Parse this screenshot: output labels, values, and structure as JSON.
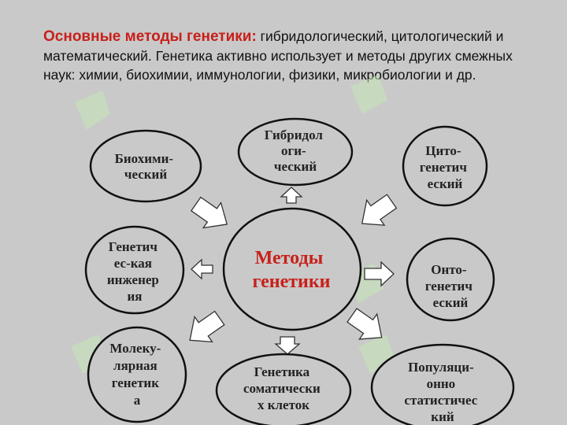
{
  "header": {
    "title": "Основные методы генетики:",
    "text": " гибридологический, цитологический и математический. Генетика активно использует и методы других смежных наук: химии, биохимии, иммунологии, физики, микробиологии и др."
  },
  "center": {
    "lines": [
      "Методы",
      "генетики"
    ]
  },
  "nodes": [
    {
      "id": "gibrid",
      "lines": [
        "Гибридол",
        "оги-",
        "ческий"
      ]
    },
    {
      "id": "biochem",
      "lines": [
        "Биохими-",
        "ческий"
      ]
    },
    {
      "id": "cyto",
      "lines": [
        "Цито-",
        "генетич",
        "еский"
      ]
    },
    {
      "id": "geneng",
      "lines": [
        "Генетич",
        "ес-кая",
        "инженер",
        "ия"
      ]
    },
    {
      "id": "onto",
      "lines": [
        "Онто-",
        "генетич",
        "еский"
      ]
    },
    {
      "id": "molecular",
      "lines": [
        "Молеку-",
        "лярная",
        "генетик",
        "а"
      ]
    },
    {
      "id": "somatic",
      "lines": [
        "Генетика",
        "соматически",
        "х клеток"
      ]
    },
    {
      "id": "population",
      "lines": [
        "Популяци-",
        "онно",
        "статистичес",
        "кий"
      ]
    }
  ],
  "colors": {
    "background": "#c9c9c9",
    "accent": "#c8201a",
    "watermark": "#c5e6b5"
  }
}
